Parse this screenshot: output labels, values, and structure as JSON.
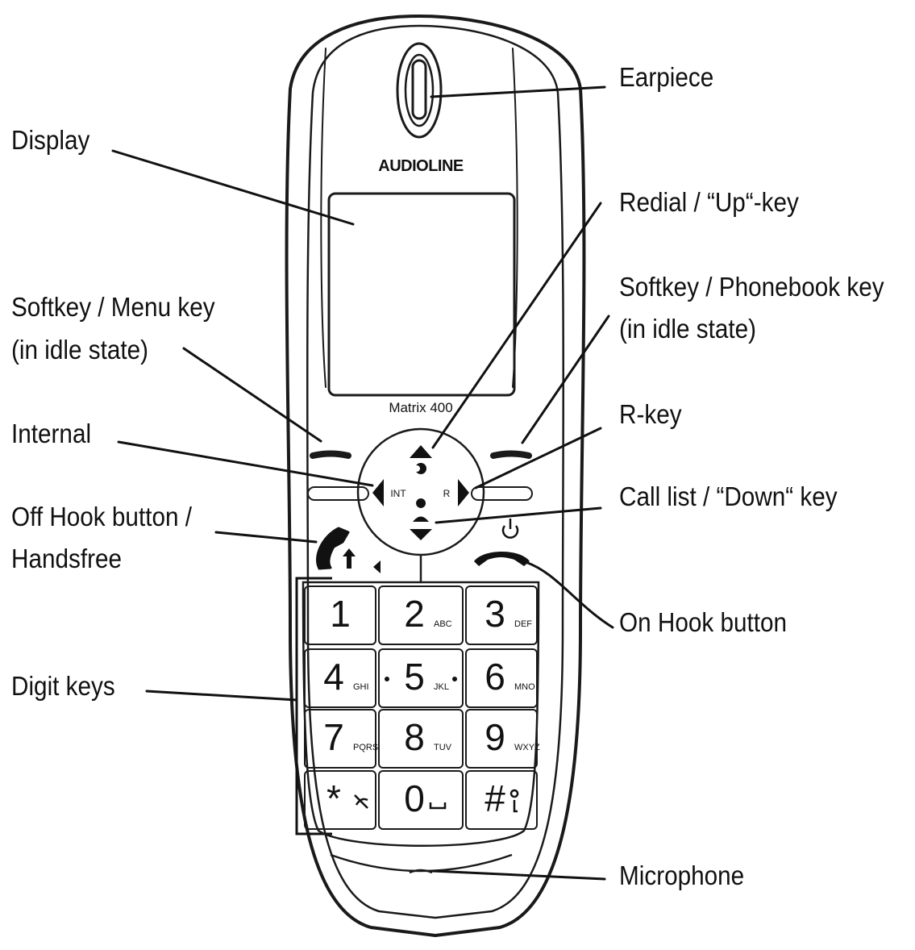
{
  "brand": "AUDIOLINE",
  "model": "Matrix 400",
  "nav_labels": {
    "int": "INT",
    "r": "R"
  },
  "labels": {
    "earpiece": "Earpiece",
    "display": "Display",
    "redial": "Redial / “Up“-key",
    "softkey_phonebook": "Softkey / Phonebook key",
    "softkey_phonebook_sub": "(in idle state)",
    "softkey_menu": "Softkey / Menu key",
    "softkey_menu_sub": "(in idle state)",
    "internal": "Internal",
    "r_key": "R-key",
    "call_list": "Call list / “Down“ key",
    "off_hook": "Off Hook button /",
    "off_hook_sub": "Handsfree",
    "on_hook": "On Hook button",
    "digit_keys": "Digit keys",
    "microphone": "Microphone"
  },
  "keys": [
    {
      "digit": "1",
      "letters": ""
    },
    {
      "digit": "2",
      "letters": "ABC"
    },
    {
      "digit": "3",
      "letters": "DEF"
    },
    {
      "digit": "4",
      "letters": "GHI"
    },
    {
      "digit": "5",
      "letters": "JKL"
    },
    {
      "digit": "6",
      "letters": "MNO"
    },
    {
      "digit": "7",
      "letters": "PQRS"
    },
    {
      "digit": "8",
      "letters": "TUV"
    },
    {
      "digit": "9",
      "letters": "WXYZ"
    },
    {
      "digit": "*",
      "letters": ""
    },
    {
      "digit": "0",
      "letters": ""
    },
    {
      "digit": "#",
      "letters": ""
    }
  ]
}
